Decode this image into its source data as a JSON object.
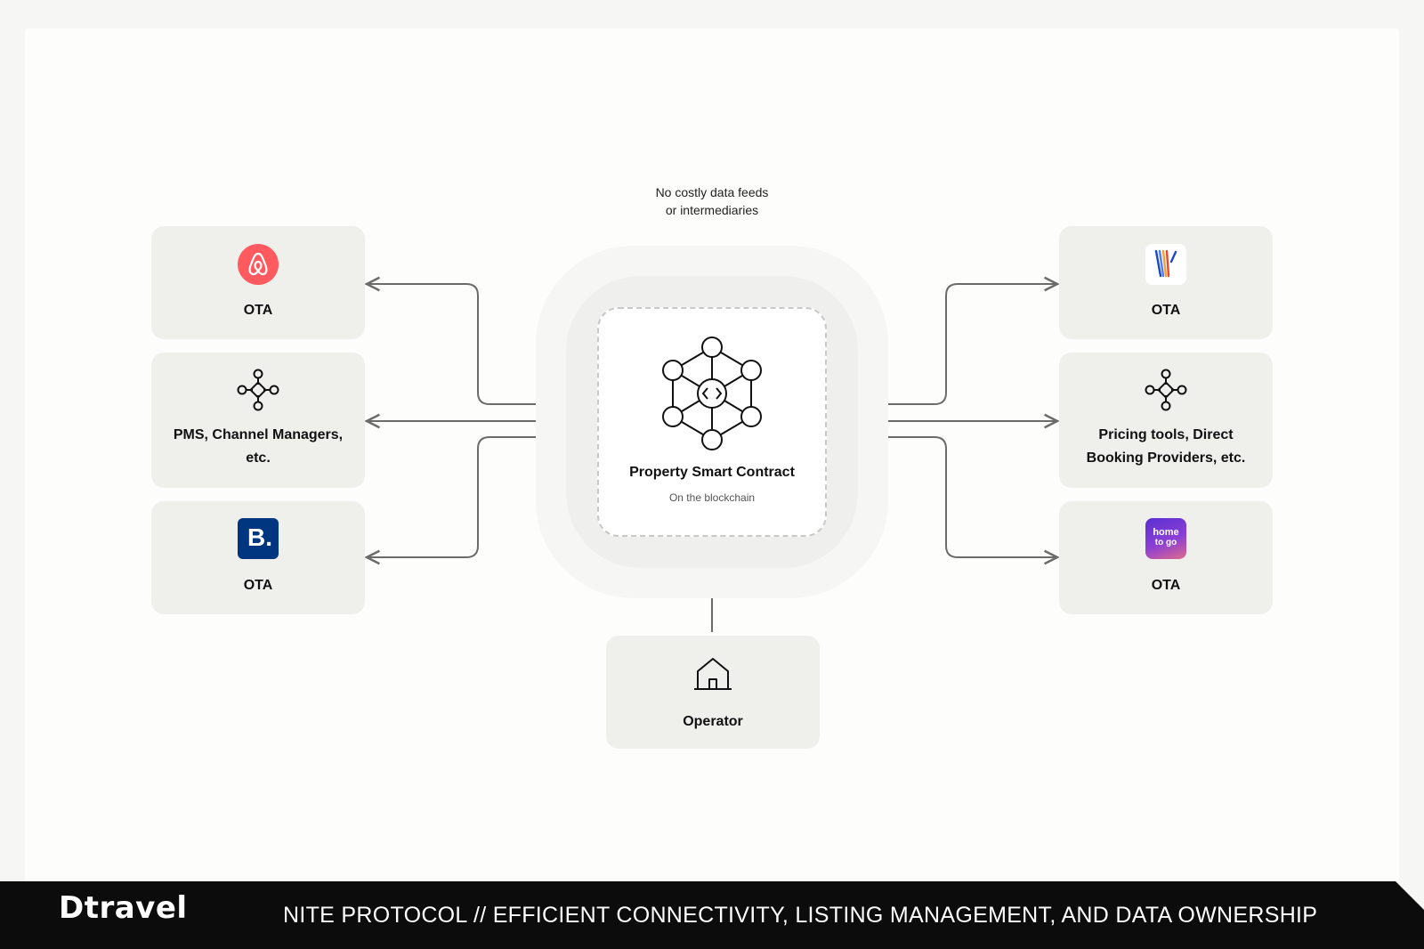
{
  "note": {
    "line1": "No costly data feeds",
    "line2": "or intermediaries"
  },
  "core": {
    "title": "Property Smart Contract",
    "subtitle": "On the blockchain"
  },
  "left_cards": [
    {
      "label": "OTA",
      "icon": "airbnb-logo"
    },
    {
      "label_line1": "PMS, Channel Managers,",
      "label_line2": "etc.",
      "icon": "network-hub-icon"
    },
    {
      "label": "OTA",
      "icon": "booking-logo",
      "logo_text": "B."
    }
  ],
  "right_cards": [
    {
      "label": "OTA",
      "icon": "vrbo-logo"
    },
    {
      "label_line1": "Pricing tools, Direct",
      "label_line2": "Booking Providers, etc.",
      "icon": "network-hub-icon"
    },
    {
      "label": "OTA",
      "icon": "hometogo-logo",
      "logo_line1": "home",
      "logo_line2": "to go"
    }
  ],
  "operator": {
    "label": "Operator",
    "icon": "house-icon"
  },
  "footer": {
    "brand": "Dtravel",
    "title": "NITE PROTOCOL // EFFICIENT CONNECTIVITY, LISTING MANAGEMENT, AND DATA OWNERSHIP"
  },
  "colors": {
    "airbnb": "#ff5a5f",
    "booking": "#003580",
    "hometogo": "#6a3bd8",
    "card": "#efefec",
    "line": "#6b6b6b"
  }
}
